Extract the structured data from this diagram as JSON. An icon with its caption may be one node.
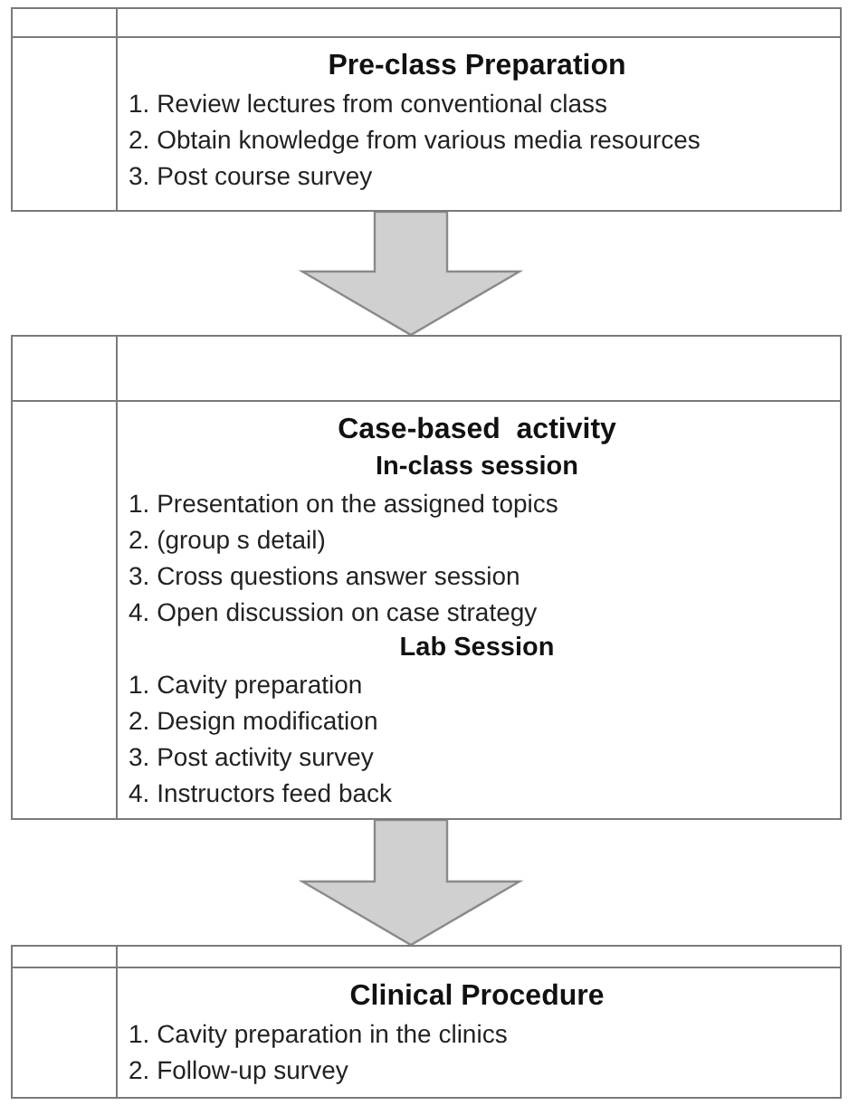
{
  "diagram": {
    "nodes": [
      {
        "text": [
          "Pre-class Preparation",
          "1. Review lectures from conventional class",
          "2. Obtain knowledge from various media resources",
          "3. Post course survey"
        ]
      },
      {
        "text": [
          "Case-based  activity",
          "In-class session",
          "1. Presentation on the assigned topics",
          "2. (group s detail)",
          "3. Cross questions answer session",
          "4. Open discussion on case strategy",
          "Lab Session",
          "1. Cavity preparation",
          "2. Design modification",
          "3. Post activity survey",
          "4. Instructors feed back"
        ]
      },
      {
        "text": [
          "Clinical Procedure",
          "1. Cavity preparation in the clinics",
          "2. Follow-up survey"
        ]
      }
    ],
    "edges": [
      {
        "from": 0,
        "to": 1,
        "arrow": "to"
      },
      {
        "from": 1,
        "to": 2,
        "arrow": "to"
      }
    ]
  }
}
